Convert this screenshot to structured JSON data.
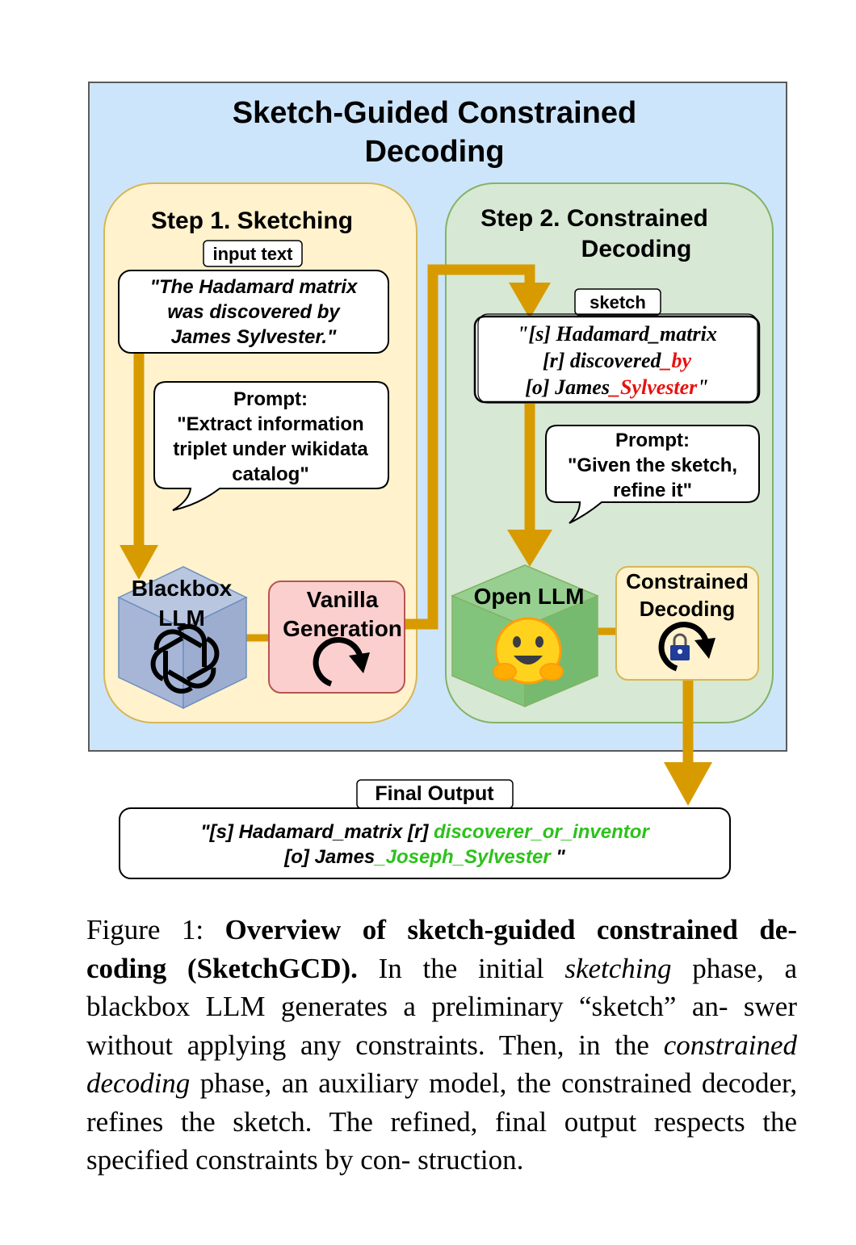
{
  "title_line1": "Sketch-Guided Constrained",
  "title_line2": "Decoding",
  "step1": {
    "title": "Step 1. Sketching",
    "input_label": "input text",
    "input_lines": [
      "\"The Hadamard matrix",
      "was discovered by",
      "James  Sylvester.\""
    ],
    "prompt_lines": [
      "Prompt:",
      "\"Extract information",
      "triplet under wikidata",
      "catalog\""
    ],
    "blackbox_lines": [
      "Blackbox",
      "LLM"
    ],
    "vanilla_lines": [
      "Vanilla",
      "Generation"
    ]
  },
  "step2": {
    "title_line1": "Step 2. Constrained",
    "title_line2": "Decoding",
    "sketch_label": "sketch",
    "sketch_line1": "\"[s] Hadamard_matrix",
    "sketch_line2_a": "[r] discovered",
    "sketch_line2_b": "_by",
    "sketch_line3_a": "[o] James",
    "sketch_line3_b": "_Sylvester",
    "sketch_line3_c": "\"",
    "prompt_lines": [
      "Prompt:",
      "\"Given the sketch,",
      "refine it\""
    ],
    "open_llm": "Open LLM",
    "constrained_lines": [
      "Constrained",
      "Decoding"
    ]
  },
  "final": {
    "label": "Final Output",
    "line1_a": "\"[s] Hadamard_matrix [r] ",
    "line1_b": "discoverer_or_inventor",
    "line2_a": "[o] James",
    "line2_b": "_Joseph_Sylvester",
    "line2_c": " \""
  },
  "caption": {
    "fig_label": "Figure 1: ",
    "bold": "Overview of sketch-guided constrained de- coding (SketchGCD).",
    "t1": " In the initial ",
    "i1": "sketching",
    "t2": " phase, a blackbox LLM generates a preliminary “sketch” an- swer without applying any constraints. Then, in the ",
    "i2": "constrained decoding",
    "t3": " phase, an auxiliary model, the constrained decoder, refines the sketch. The refined, final output respects the specified constraints by con- struction."
  },
  "colors": {
    "outer_bg": "#cde5fb",
    "step1_bg": "#fff2cc",
    "step2_bg": "#d7e8d4",
    "arrow": "#d79b00",
    "red_text": "#e6120e",
    "green_text": "#2cc21b",
    "blackbox_cube": "#a7b6d6",
    "vanilla_box": "#fccfcf",
    "open_llm_cube": "#82c47b",
    "constrained_box": "#fff2cc"
  },
  "icons": [
    "openai-logo-icon",
    "refresh-arrow-icon",
    "hugging-face-emoji-icon",
    "lock-refresh-icon"
  ]
}
